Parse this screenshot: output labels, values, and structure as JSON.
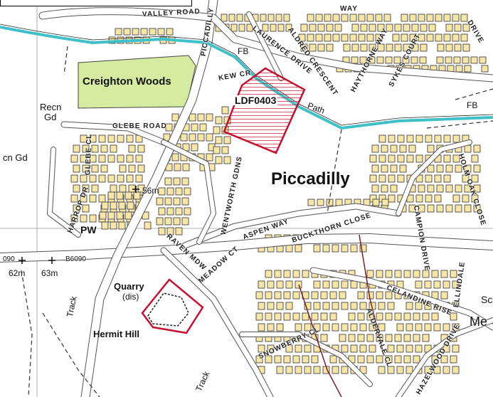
{
  "places": {
    "piccadilly": "Piccadilly",
    "creighton_woods": "Creighton Woods",
    "hermit_hill": "Hermit Hill",
    "quarry": "Quarry",
    "quarry_dis": "(dis)",
    "recn_gd": "Recn",
    "recn_gd2": "Gd",
    "recn_gd_left": "cn Gd",
    "pw": "PW",
    "fb1": "FB",
    "fb2": "FB",
    "sc": "Sc",
    "me": "Me",
    "path": "Path",
    "track1": "Track",
    "track2": "Track"
  },
  "sites": {
    "ldf0403": "LDF0403"
  },
  "spot_heights": {
    "h56": "56m",
    "h62": "62m",
    "h63": "63m",
    "road_b6090": "B6090",
    "road_090": "090"
  },
  "streets": {
    "valley_road": "VALLEY ROAD",
    "piccadilly_road": "PICCADILLY",
    "laurence_drive": "LAURENCE DRIVE",
    "aldred_crescent": "ALDRED CRESCENT",
    "haythorne_way": "HAYTHORNE WAY",
    "sykes_court": "SYKES COURT",
    "kew_cr": "KEW CR",
    "glebe_road": "GLEBE ROAD",
    "glebe_cl": "GLEBE CL",
    "harrop_dr": "HARROP DR",
    "wentworth_gdns": "WENTWORTH GDNS",
    "raven_mdw": "RAVEN MDW",
    "meadow_ct": "MEADOW CT",
    "aspen_way": "ASPEN WAY",
    "buckthorn_close": "BUCKTHORN CLOSE",
    "campion_drive": "CAMPION DRIVE",
    "holm_oak_close": "HOLM OAK CLOSE",
    "celandine_rise": "CELANDINE RISE",
    "snowberry_cl": "SNOWBERRY CL",
    "aldervale_cl": "ALDERVALE CL",
    "hazelwood_drive": "HAZELWOOD DRIVE",
    "ellindale": "ELLINDALE",
    "way": "WAY",
    "drive": "DRIVE"
  },
  "colors": {
    "site_boundary": "#c8102e",
    "river": "#3fc0c8",
    "woodland": "#d4eba0",
    "building": "#f7e6a6",
    "road_casing": "#555555"
  }
}
